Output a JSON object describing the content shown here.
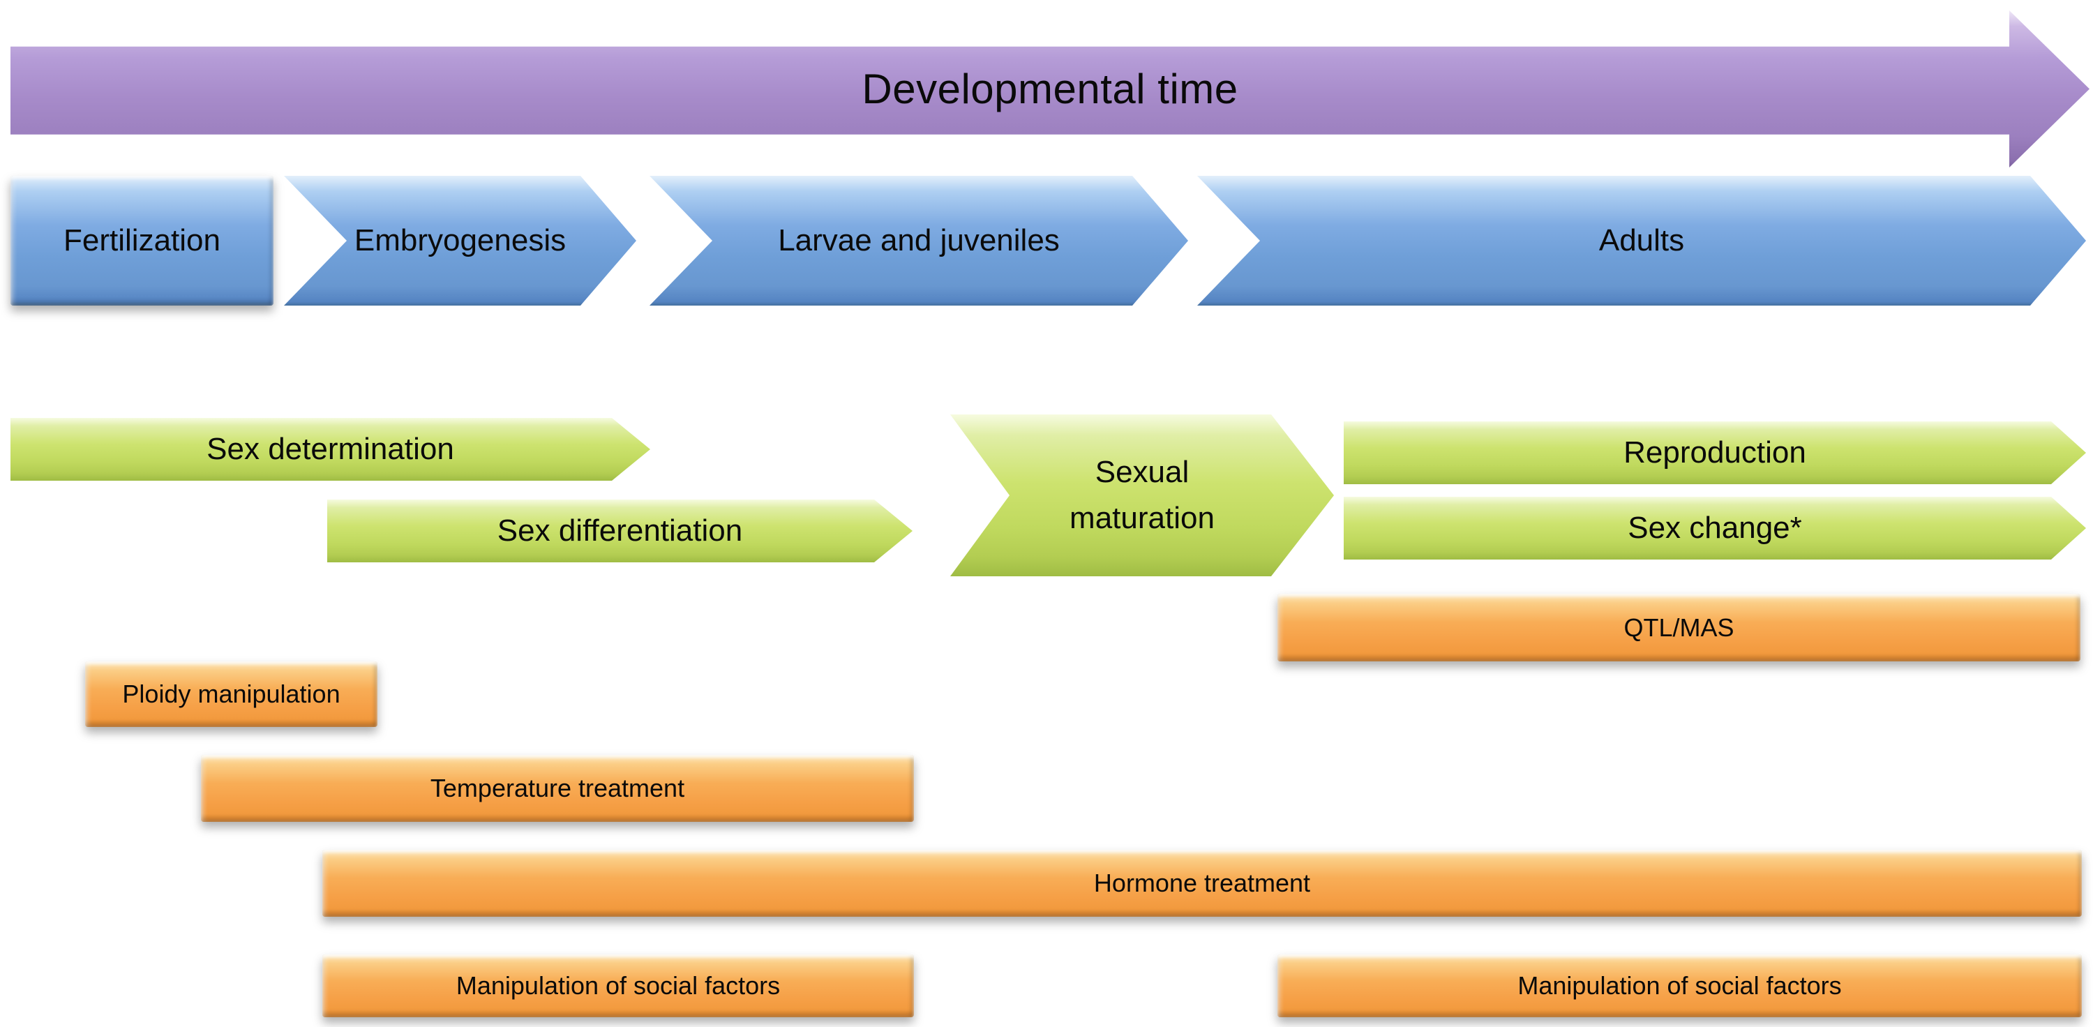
{
  "diagram": {
    "background": "#ffffff",
    "text_color": "#0a0a0a",
    "timeline": {
      "label": "Developmental time",
      "color": "#a78bca"
    },
    "stages": {
      "color": "#6f9fd8",
      "items": [
        {
          "id": "fertilization",
          "label": "Fertilization"
        },
        {
          "id": "embryogenesis",
          "label": "Embryogenesis"
        },
        {
          "id": "larvae-juveniles",
          "label": "Larvae and juveniles"
        },
        {
          "id": "adults",
          "label": "Adults"
        }
      ]
    },
    "processes": {
      "color": "#cde36f",
      "items": [
        {
          "id": "sex-determination",
          "label": "Sex determination"
        },
        {
          "id": "sex-differentiation",
          "label": "Sex differentiation"
        },
        {
          "id": "sexual-maturation",
          "label": "Sexual maturation",
          "line1": "Sexual",
          "line2": "maturation"
        },
        {
          "id": "reproduction",
          "label": "Reproduction"
        },
        {
          "id": "sex-change",
          "label": "Sex change*"
        }
      ]
    },
    "techniques": {
      "color": "#f8ad56",
      "items": [
        {
          "id": "qtl-mas",
          "label": "QTL/MAS"
        },
        {
          "id": "ploidy-manipulation",
          "label": "Ploidy manipulation"
        },
        {
          "id": "temperature-treatment",
          "label": "Temperature treatment"
        },
        {
          "id": "hormone-treatment",
          "label": "Hormone treatment"
        },
        {
          "id": "social-factors-early",
          "label": "Manipulation of social factors"
        },
        {
          "id": "social-factors-adult",
          "label": "Manipulation of social factors"
        }
      ]
    }
  }
}
